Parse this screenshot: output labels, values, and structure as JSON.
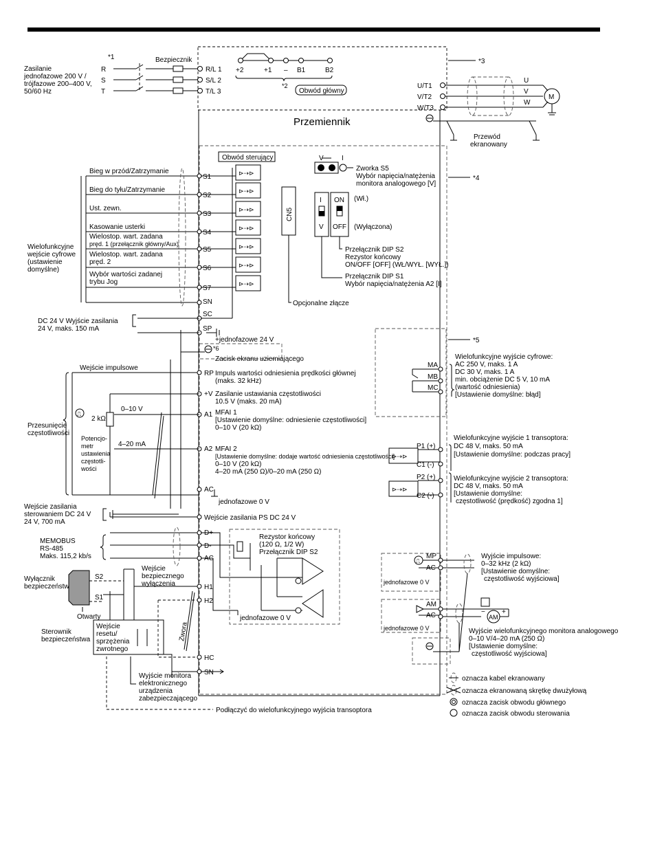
{
  "title": "Przemiennik",
  "notes": {
    "n1": "*1",
    "n2": "*2",
    "n3": "*3",
    "n4": "*4",
    "n5": "*5",
    "n6": "*6"
  },
  "power_input": {
    "supply_label_lines": [
      "Zasilanie",
      "jednofazowe 200 V /",
      "trójfazowe 200–400 V,",
      "50/60 Hz"
    ],
    "phases": [
      "R",
      "S",
      "T"
    ],
    "fuse_label": "Bezpiecznik",
    "terminals": [
      "R/L 1",
      "S/L 2",
      "T/L 3"
    ]
  },
  "main_circuit": {
    "dc_terminals": [
      "+2",
      "+1",
      "–",
      "B1",
      "B2"
    ],
    "label": "Obwód główny",
    "outputs": [
      "U/T1",
      "V/T2",
      "W/T3"
    ],
    "motor_phases": [
      "U",
      "V",
      "W"
    ],
    "motor_symbol": "M",
    "shielded_cable_lines": [
      "Przewód",
      "ekranowany"
    ]
  },
  "control_circuit": {
    "label": "Obwód sterujący",
    "digital_inputs": [
      {
        "desc": [
          "Bieg w przód/Zatrzymanie"
        ],
        "terminal": "S1"
      },
      {
        "desc": [
          "Bieg do tyłu/Zatrzymanie"
        ],
        "terminal": "S2"
      },
      {
        "desc": [
          "Ust. zewn."
        ],
        "terminal": "S3"
      },
      {
        "desc": [
          "Kasowanie usterki"
        ],
        "terminal": "S4"
      },
      {
        "desc": [
          "Wielostop. wart. zadana",
          "pręd. 1 (przełącznik główny/Aux)"
        ],
        "terminal": "S5"
      },
      {
        "desc": [
          "Wielostop. wart. zadana",
          "pręd. 2"
        ],
        "terminal": "S6"
      },
      {
        "desc": [
          "Wybór wartości zadanej",
          "trybu Jog"
        ],
        "terminal": "S7"
      }
    ],
    "digital_inputs_group": [
      "Wielofunkcyjne",
      "wejście cyfrowe",
      "(ustawienie",
      "domyślne)"
    ],
    "sn": "SN",
    "sc": "SC",
    "sp": "SP",
    "dc24_supply": [
      "DC 24 V Wyjście zasilania",
      "24 V, maks. 150 mA"
    ],
    "plus24": "+jednofazowe 24 V",
    "cn5": "CN5",
    "optional_connector": "Opcjonalne złącze",
    "jumper_s5": {
      "v": "V",
      "i": "I",
      "lines": [
        "Zworka S5",
        "Wybór napięcia/natężenia",
        "monitora analogowego [V]"
      ]
    },
    "dip_s1": {
      "top": "I",
      "bottom": "V",
      "lines": [
        "Przełącznik DIP S1",
        "Wybór napięcia/natężenia A2 [I]"
      ]
    },
    "dip_s2": {
      "top": "ON",
      "bottom": "OFF",
      "on_note": "(Wł.)",
      "off_note": "(Wyłączona)",
      "lines": [
        "Przełącznik DIP S2",
        "Rezystor końcowy",
        "ON/OFF [OFF] (WŁ/WYŁ. [WYŁ.])"
      ]
    },
    "shield_clamp": "Zacisk ekranu uziemiającego"
  },
  "analog": {
    "pulse_input": "Wejście impulsowe",
    "rp": "RP",
    "rp_desc": [
      "Impuls wartości odniesienia prędkości głównej",
      "(maks. 32 kHz)"
    ],
    "pv": "+V",
    "pv_desc": [
      "Zasilanie ustawiania częstotliwości",
      "10.5 V (maks. 20 mA)"
    ],
    "a1": "A1",
    "a1_desc": [
      "MFAI 1",
      "[Ustawienie domyślne: odniesienie częstotliwości]",
      "0–10 V (20 kΩ)"
    ],
    "a2": "A2",
    "a2_desc": [
      "MFAI 2",
      "[Ustawienie domyślne: dodaje wartość odniesienia częstotliwości]",
      "0–10 V (20 kΩ)",
      "4–20 mA (250 Ω)/0–20 mA (250 Ω)"
    ],
    "ac": "AC",
    "ac_desc": "jednofazowe 0 V",
    "range_v": "0–10 V",
    "range_ma": "4–20 mA",
    "resistor": "2 kΩ",
    "pot_lines": [
      "Potencjo-",
      "metr",
      "ustawienia",
      "częstotli-",
      "wości"
    ],
    "freq_shift": [
      "Przesunięcie",
      "częstotliwości"
    ]
  },
  "dc_control_supply": {
    "lines": [
      "Wejście zasilania",
      "sterowaniem DC 24 V",
      "24 V, 700 mA"
    ],
    "terminal_label": "Wejście zasilania PS DC 24 V"
  },
  "memobus": {
    "lines": [
      "MEMOBUS",
      "RS-485",
      "Maks. 115,2 kb/s"
    ],
    "terminals": [
      "D+",
      "D-",
      "AC"
    ],
    "resistor_lines": [
      "Rezystor końcowy",
      "(120 Ω, 1/2 W)",
      "Przełącznik DIP S2"
    ],
    "zero_v": "jednofazowe 0 V"
  },
  "safety": {
    "switch": [
      "Wyłącznik",
      "bezpieczeństwa"
    ],
    "s2": "S2",
    "s1": "S1",
    "open": "Otwarty",
    "controller": [
      "Sterownik",
      "bezpieczeństwa"
    ],
    "feedback": [
      "Wejście",
      "resetu/",
      "sprzężenia",
      "zwrotnego"
    ],
    "safe_input": [
      "Wejście",
      "bezpiecznego",
      "wyłączenia"
    ],
    "h1": "H1",
    "h2": "H2",
    "hc": "HC",
    "sn": "SN",
    "jumper": "Zwora",
    "monitor_output": [
      "Wyjście monitora",
      "elektronicznego",
      "urządzenia",
      "zabezpieczającego"
    ],
    "connect_note": "Podłączyć do wielofunkcyjnego wyjścia transoptora"
  },
  "outputs": {
    "relay_terms": [
      "MA",
      "MB",
      "MC"
    ],
    "relay_desc": [
      "Wielofunkcyjne wyjście cyfrowe:",
      "AC 250 V, maks. 1 A",
      "DC 30 V, maks. 1 A",
      "min. obciążenie DC 5 V, 10 mA",
      "(wartość odniesienia)",
      "[Ustawienie domyślne: błąd]"
    ],
    "p1": "P1 (+)",
    "c1": "C1 (-)",
    "p1_desc": [
      "Wielofunkcyjne wyjście 1 transoptora:",
      "DC 48 V, maks. 50 mA",
      "[Ustawienie domyślne: podczas pracy]"
    ],
    "p2": "P2 (+)",
    "c2": "C2 (-)",
    "p2_desc": [
      "Wielofunkcyjne wyjście 2 transoptora:",
      "DC 48 V, maks. 50 mA",
      "[Ustawienie domyślne:",
      "częstotliwość (prędkość) zgodna 1]"
    ],
    "mp": "MP",
    "mp_ac": "AC",
    "mp_zero": "jednofazowe 0 V",
    "mp_desc": [
      "Wyjście impulsowe:",
      "0–32 kHz (2 kΩ)",
      "[Ustawienie domyślne:",
      "częstotliwość wyjściowa]"
    ],
    "am": "AM",
    "am_ac": "AC",
    "am_zero": "jednofazowe 0 V",
    "am_meter": "AM",
    "am_desc": [
      "Wyjście wielofunkcyjnego monitora analogowego",
      "0–10 V/4–20 mA (250 Ω)",
      "[Ustawienie domyślne:",
      "częstotliwość wyjściowa]"
    ]
  },
  "legend": [
    "oznacza kabel ekranowany",
    "oznacza ekranowaną skrętkę dwużyłową",
    "oznacza zacisk obwodu głównego",
    "oznacza zacisk obwodu sterowania"
  ]
}
